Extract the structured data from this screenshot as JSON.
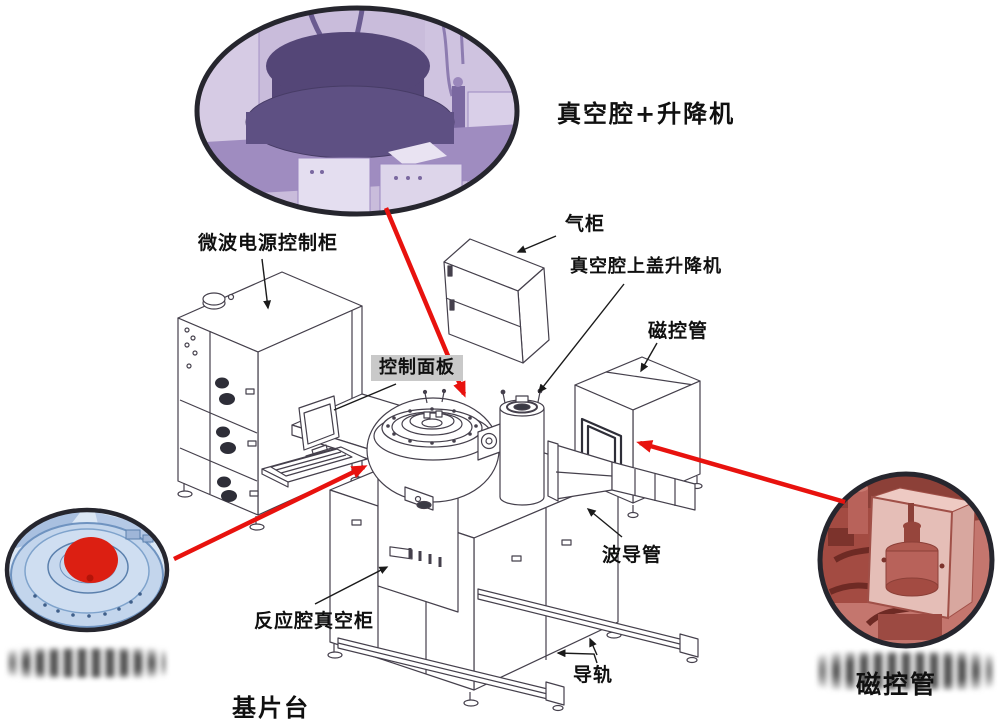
{
  "figure_type": "equipment-callout-diagram",
  "labels": {
    "vacuum_chamber_elevator_title": "真空腔+升降机",
    "microwave_power_cabinet": "微波电源控制柜",
    "gas_cabinet": "气柜",
    "chamber_lid_lifter": "真空腔上盖升降机",
    "magnetron_top": "磁控管",
    "control_panel": "控制面板",
    "waveguide": "波导管",
    "reaction_chamber_vacuum_cabinet": "反应腔真空柜",
    "guide_rail": "导轨",
    "substrate_stage_title": "基片台",
    "magnetron_photo_label": "磁控管"
  },
  "callout_photos": [
    {
      "id": "vacuum-chamber-elevator",
      "caption": "真空腔+升降机",
      "tint": "purple",
      "shape": "ellipse"
    },
    {
      "id": "substrate-stage",
      "caption": "基片台",
      "tint": "blue",
      "shape": "circle",
      "highlight": "red-wafer-spot"
    },
    {
      "id": "magnetron",
      "caption": "磁控管",
      "tint": "red",
      "shape": "circle"
    }
  ],
  "colors": {
    "background": "#ffffff",
    "arrow_red": "#e8120e",
    "line_art": "#45404c",
    "label_text": "#101010",
    "control_panel_label_bg": "#c9c9c9",
    "photo_border": "#26262e",
    "photo_purple_bg": "#c9bcdb",
    "photo_blue_bg": "#cfdef1",
    "photo_red_bg": "#c4766e",
    "substrate_highlight_red": "#dc1f12"
  }
}
